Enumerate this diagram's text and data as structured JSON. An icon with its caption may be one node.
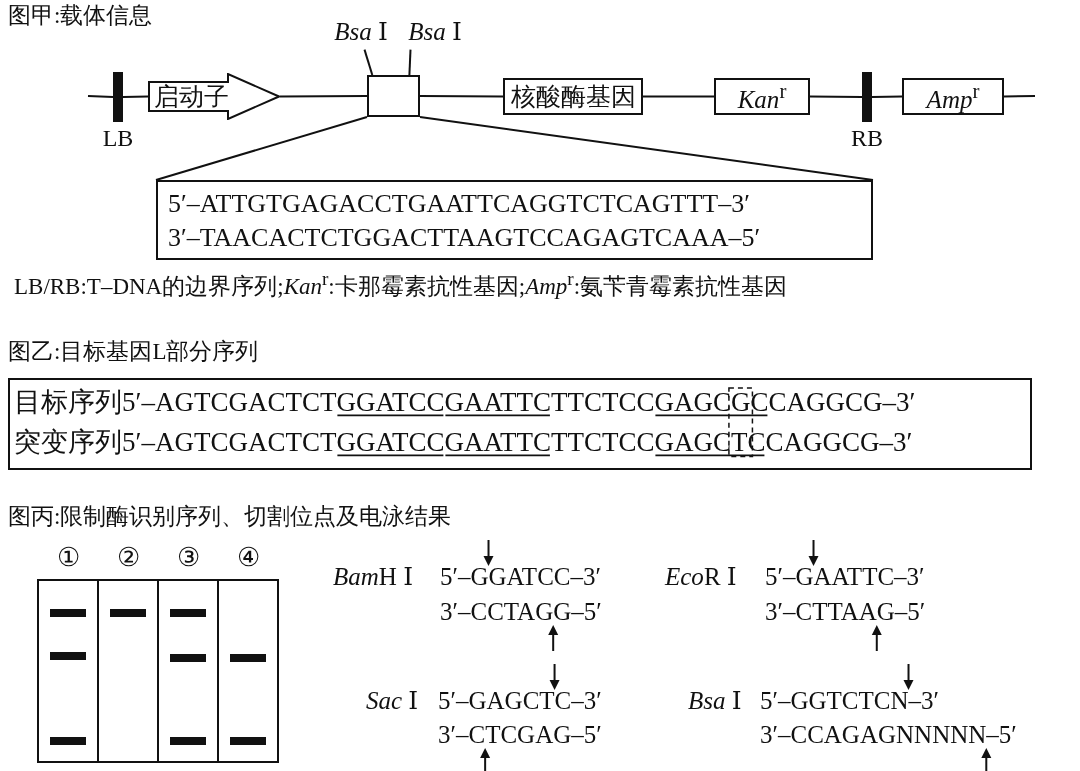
{
  "diagram": {
    "nodes": [
      {
        "text": [
          "*Bsa* Ⅰ"
        ]
      },
      {
        "text": [
          "*Bsa* Ⅰ"
        ]
      },
      {
        "text": [
          "LB"
        ]
      },
      {
        "text": [
          "启动子"
        ]
      },
      {
        "text": [],
        "shape": "box"
      },
      {
        "text": [
          "核酸酶基因"
        ]
      },
      {
        "text": [
          "*Kan*$^{r}$"
        ]
      },
      {
        "text": [
          "RB"
        ]
      },
      {
        "text": [
          "*Amp*$^{r}$"
        ]
      },
      {
        "text": [
          "5′–ATTGTGAGACCTGAATTCAGGTCTCAGTTT–3′",
          "3′–TAACACTCTGGACTTAAGTCCAGAGTCAAA–5′"
        ]
      },
      {
        "text": [
          "目标序列5′–AGTCGACTCTGGATCCGAATTCTTCTCCGAGCGCCAGGCG–3′",
          "突变序列5′–AGTCGACTCTGGATCCGAATTCTTCTCCGAGCTCCAGGCG–3′"
        ]
      }
    ],
    "edges": [
      {
        "from": null,
        "to": 2,
        "arrow": "none"
      },
      {
        "from": 2,
        "to": 3,
        "arrow": "none"
      },
      {
        "from": 3,
        "to": 4,
        "arrow": "none"
      },
      {
        "from": 4,
        "to": 5,
        "arrow": "none"
      },
      {
        "from": 5,
        "to": 6,
        "arrow": "none"
      },
      {
        "from": 6,
        "to": 7,
        "arrow": "none"
      },
      {
        "from": 7,
        "to": 8,
        "arrow": "none"
      },
      {
        "from": 8,
        "to": null,
        "arrow": "none"
      },
      {
        "from": 0,
        "to": 4,
        "arrow": "none"
      },
      {
        "from": 1,
        "to": 4,
        "arrow": "none"
      },
      {
        "from": 4,
        "to": 9,
        "arrow": "none"
      },
      {
        "from": 4,
        "to": 9,
        "arrow": "none"
      }
    ],
    "labels": [
      "图甲:载体信息",
      "LB/RB:T–DNA的边界序列;*Kan*$^{r}$:卡那霉素抗性基因;*Amp*$^{r}$:氨苄青霉素抗性基因",
      "图乙:目标基因L部分序列",
      "图丙:限制酶识别序列、切割位点及电泳结果",
      "①",
      "②",
      "③",
      "④",
      "BamH Ⅰ",
      "5′–GGATCC–3′",
      "3′–CCTAGG–5′",
      "EcoR Ⅰ",
      "5′–GAATTC–3′",
      "3′–CTTAAG–5′",
      "*Sac* Ⅰ",
      "5′–GAGCTC–3′",
      "3′–CTCGAG–5′",
      "*Bsa* Ⅰ",
      "5′–GGTCTCN–3′",
      "3′–CCAGAGNNNNN–5′"
    ]
  }
}
